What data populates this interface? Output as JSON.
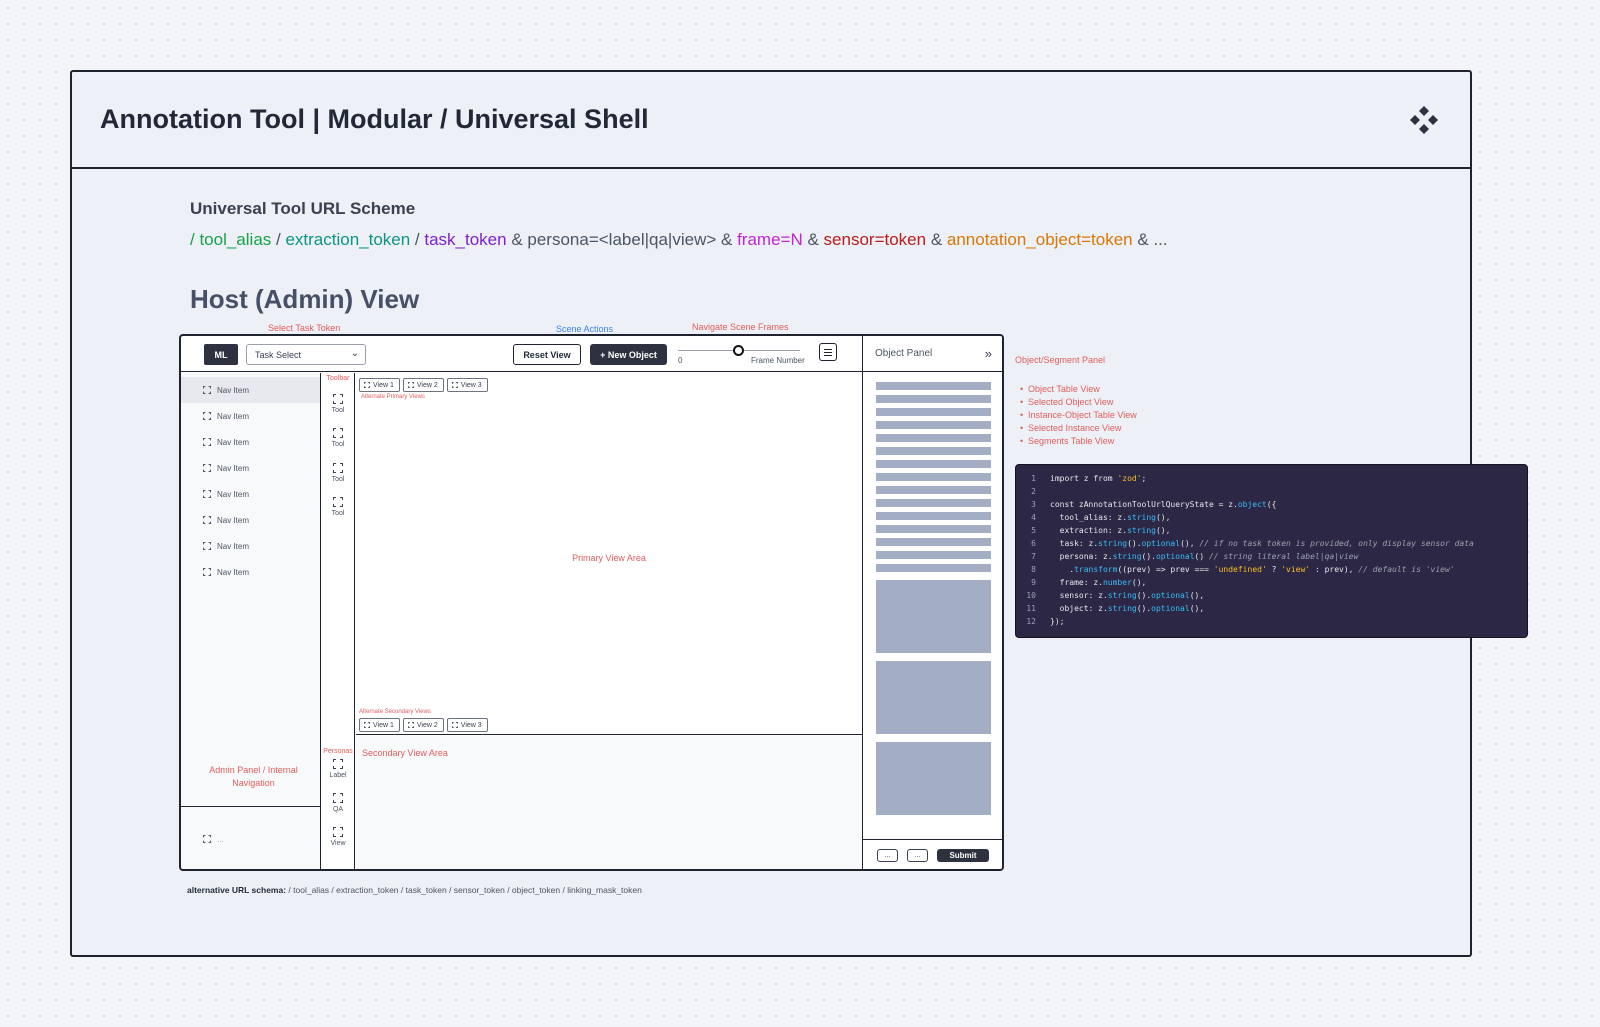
{
  "board": {
    "title": "Annotation Tool | Modular / Universal Shell",
    "logo_icon": "diamond-grid-icon"
  },
  "url_scheme": {
    "label": "Universal Tool URL Scheme",
    "parts": {
      "p1": "/ tool_alias",
      "s1": " / ",
      "p2": "extraction_token",
      "s2": " / ",
      "p3": "task_token",
      "s3": " & persona=<label|qa|view> & ",
      "p4": "frame=N",
      "s4": " & ",
      "p5": "sensor=token",
      "s5": " & ",
      "p6": "annotation_object=token",
      "s6": " & ..."
    }
  },
  "host_title": "Host (Admin) View",
  "annotations": {
    "select_task_token": "Select Task Token",
    "scene_actions": "Scene Actions",
    "navigate_scene_frames": "Navigate Scene Frames",
    "toolbar": "Toolbar",
    "alt_primary_views": "Alternate Primary Views",
    "alt_secondary_views": "Alternate Secondary Views",
    "personas": "Personas",
    "admin_panel": "Admin Panel / Internal Navigation",
    "primary_view_area": "Primary View Area",
    "secondary_view_area": "Secondary View Area"
  },
  "topbar": {
    "ml_label": "ML",
    "task_select": "Task Select",
    "reset_view": "Reset View",
    "new_object": "+ New Object",
    "slider_min": "0",
    "slider_label": "Frame Number",
    "slider_value": 0.5
  },
  "nav_items": [
    "Nav Item",
    "Nav Item",
    "Nav Item",
    "Nav Item",
    "Nav Item",
    "Nav Item",
    "Nav Item",
    "Nav Item"
  ],
  "nav_bottom": "...",
  "tools": [
    "Tool",
    "Tool",
    "Tool",
    "Tool"
  ],
  "personas": [
    "Label",
    "QA",
    "View"
  ],
  "views": [
    "View 1",
    "View 2",
    "View 3"
  ],
  "object_panel": {
    "title": "Object Panel",
    "collapse": "»",
    "btn1": "...",
    "btn2": "...",
    "submit": "Submit"
  },
  "panel_note": {
    "title": "Object/Segment Panel",
    "items": [
      "Object Table View",
      "Selected Object View",
      "Instance-Object Table View",
      "Selected Instance View",
      "Segments Table View"
    ]
  },
  "code_lines": [
    "import z from 'zod';",
    "",
    "const zAnnotationToolUrlQueryState = z.object({",
    "  tool_alias: z.string(),",
    "  extraction: z.string(),",
    "  task: z.string().optional(), // if no task token is provided, only display sensor data",
    "  persona: z.string().optional() // string literal label|qa|view",
    "    .transform((prev) => prev === 'undefined' ? 'view' : prev), // default is 'view'",
    "  frame: z.number(),",
    "  sensor: z.string().optional(),",
    "  object: z.string().optional(),",
    "});"
  ],
  "alt_url": {
    "label": "alternative URL schema:",
    "value": " / tool_alias / extraction_token / task_token / sensor_token / object_token / linking_mask_token"
  }
}
